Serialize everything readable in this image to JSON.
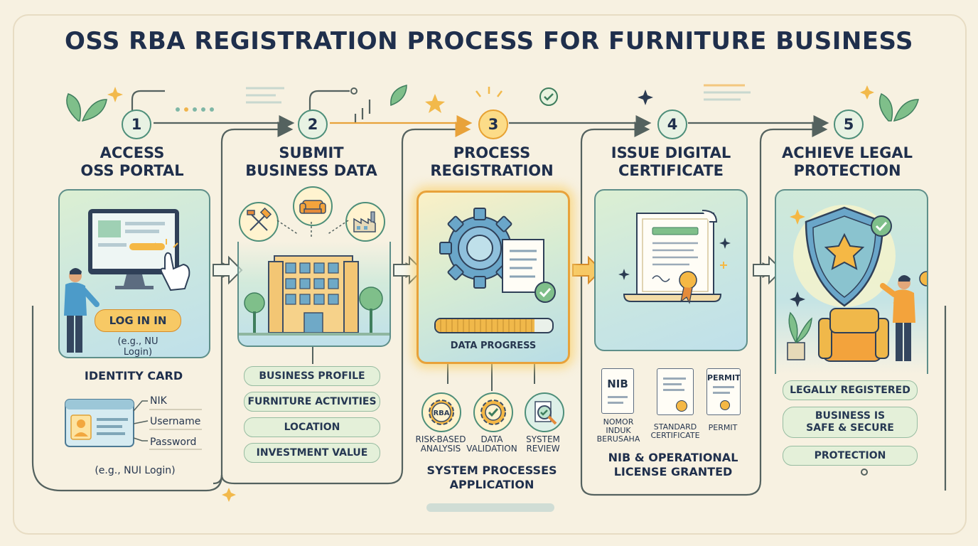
{
  "title": "OSS RBA REGISTRATION PROCESS FOR FURNITURE BUSINESS",
  "steps": [
    {
      "number": "1",
      "title": "ACCESS\nOSS PORTAL",
      "login_button": "LOG IN IN",
      "login_note": "(e.g., NU Login)",
      "identity_heading": "IDENTITY CARD",
      "identity_fields": [
        "NIK",
        "Username",
        "Password"
      ],
      "identity_note": "(e.g., NUI Login)"
    },
    {
      "number": "2",
      "title": "SUBMIT\nBUSINESS DATA",
      "items": [
        "BUSINESS PROFILE",
        "FURNITURE ACTIVITIES",
        "LOCATION",
        "INVESTMENT VALUE"
      ]
    },
    {
      "number": "3",
      "title": "PROCESS\nREGISTRATION",
      "progress_label": "DATA PROGRESS",
      "progress": 0.85,
      "checks": [
        {
          "icon": "RBA",
          "label": "RISK-BASED\nANALYSIS"
        },
        {
          "icon": "",
          "label": "DATA\nVALIDATION"
        },
        {
          "icon": "",
          "label": "SYSTEM\nREVIEW"
        }
      ],
      "footer": "SYSTEM PROCESSES\nAPPLICATION"
    },
    {
      "number": "4",
      "title": "ISSUE DIGITAL\nCERTIFICATE",
      "documents": [
        {
          "tag": "NIB",
          "label": "NOMOR\nINDUK\nBERUSAHA"
        },
        {
          "tag": "",
          "label": "STANDARD\nCERTIFICATE"
        },
        {
          "tag": "PERMIT",
          "label": "PERMIT"
        }
      ],
      "footer": "NIB & OPERATIONAL\nLICENSE GRANTED"
    },
    {
      "number": "5",
      "title": "ACHIEVE LEGAL\nPROTECTION",
      "items": [
        "LEGALLY REGISTERED",
        "BUSINESS IS\nSAFE & SECURE",
        "PROTECTION"
      ]
    }
  ],
  "colors": {
    "background": "#f7f1e1",
    "panel_border": "#5f8f8a",
    "accent": "#f5a623",
    "arrow": "#54625f",
    "pill": "#e4f0d9"
  }
}
